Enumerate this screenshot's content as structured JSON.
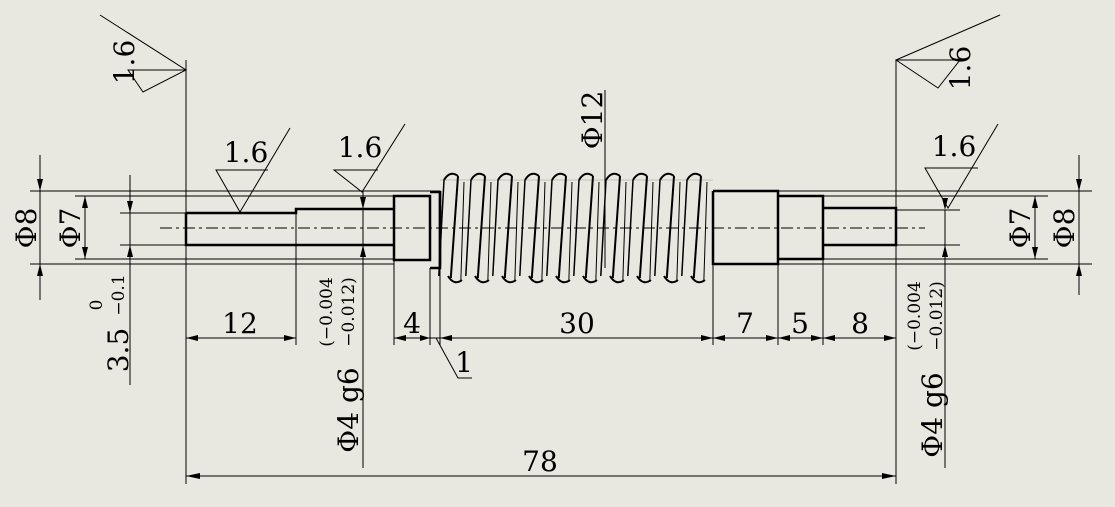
{
  "dims": {
    "overall_length": "78",
    "left_journal_len": "12",
    "shoulder_left_len": "4",
    "worm_len": "30",
    "chamfer": "1",
    "right_seg_1": "7",
    "right_seg_2": "5",
    "right_seg_3": "8",
    "dia_8": "Φ8",
    "dia_7": "Φ7",
    "dia_12": "Φ12",
    "dia_4_g6": "Φ4 g6",
    "tol_upper": "(−0.004",
    "tol_lower": "−0.012)",
    "left_size": "3.5",
    "left_tol_upper": "0",
    "left_tol_lower": "−0.1"
  },
  "roughness": {
    "value": "1.6"
  }
}
